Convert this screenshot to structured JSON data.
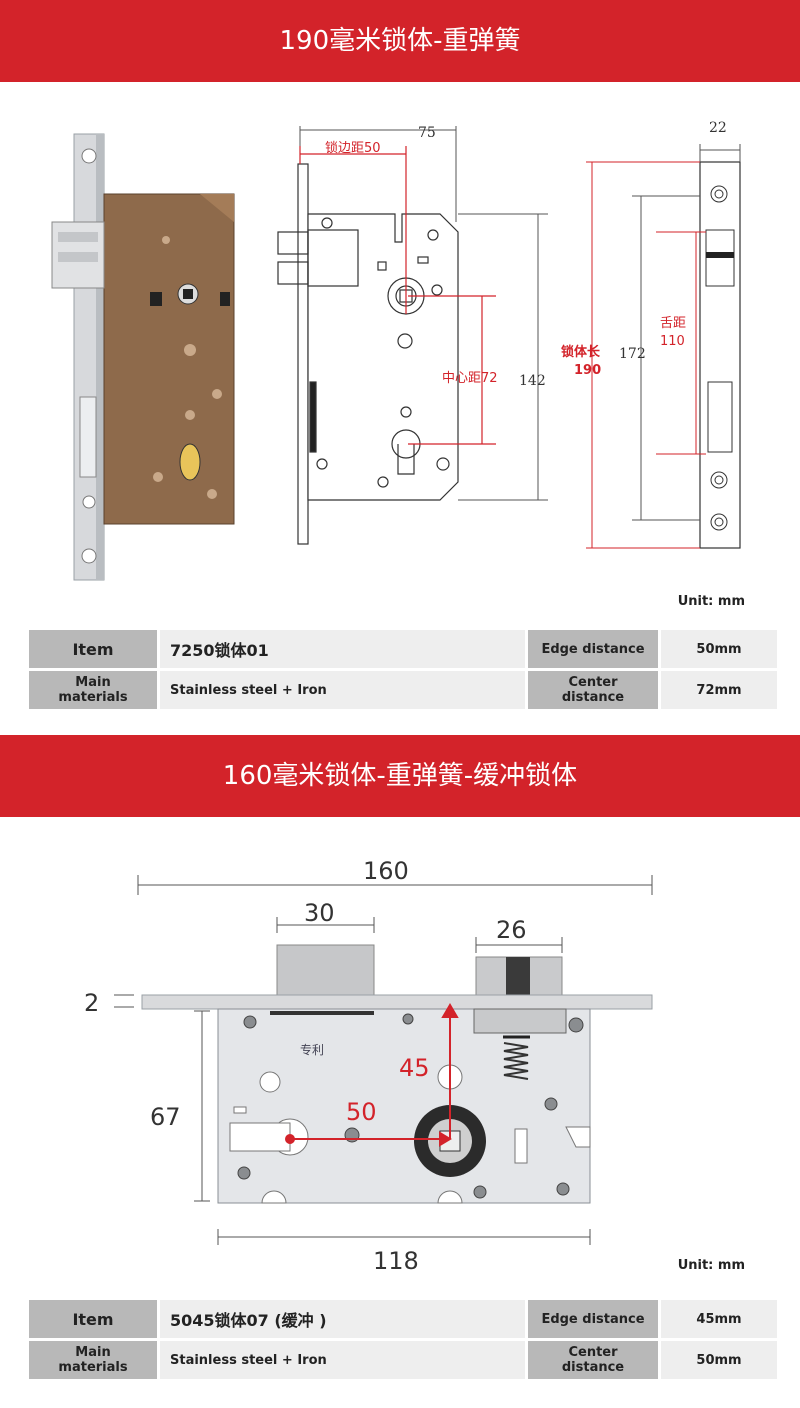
{
  "section1": {
    "title": "190毫米锁体-重弹簧",
    "dims": {
      "top_75": "75",
      "edge_label": "锁边距50",
      "center_label": "中心距72",
      "height_142": "142",
      "body_len_label": "锁体长",
      "body_len_value": "190",
      "height_172": "172",
      "tongue_label": "舌距",
      "tongue_value": "110",
      "width_22": "22"
    },
    "unit": "Unit: mm",
    "table": {
      "item_label": "Item",
      "item_value": "7250锁体01",
      "materials_label": "Main materials",
      "materials_value": "Stainless steel + Iron",
      "edge_label": "Edge distance",
      "edge_value": "50mm",
      "center_label": "Center distance",
      "center_value": "72mm"
    }
  },
  "section2": {
    "title": "160毫米锁体-重弹簧-缓冲锁体",
    "dims": {
      "width_160": "160",
      "latch_30": "30",
      "bolt_26": "26",
      "thickness_2": "2",
      "height_67": "67",
      "body_118": "118",
      "v_45": "45",
      "h_50": "50"
    },
    "plate_text": "专利",
    "unit": "Unit: mm",
    "table": {
      "item_label": "Item",
      "item_value": "5045锁体07 (缓冲 )",
      "materials_label": "Main materials",
      "materials_value": "Stainless steel + Iron",
      "edge_label": "Edge distance",
      "edge_value": "45mm",
      "center_label": "Center distance",
      "center_value": "50mm"
    }
  },
  "colors": {
    "banner": "#d3232a",
    "dimension_red": "#d3232a",
    "table_header": "#b8b8b8",
    "table_value": "#eeeeee"
  }
}
